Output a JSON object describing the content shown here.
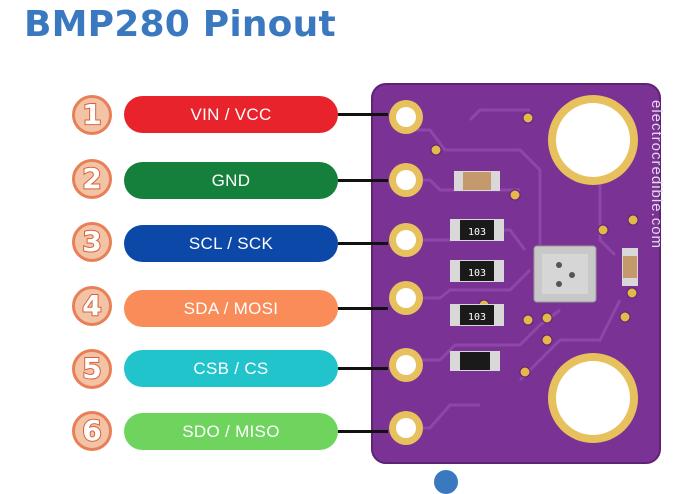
{
  "title": "BMP280 Pinout",
  "pins": [
    {
      "number": "1",
      "label": "VIN / VCC",
      "color": "#e8232b"
    },
    {
      "number": "2",
      "label": "GND",
      "color": "#15803c"
    },
    {
      "number": "3",
      "label": "SCL / SCK",
      "color": "#0c48a8"
    },
    {
      "number": "4",
      "label": "SDA / MOSI",
      "color": "#f98c58"
    },
    {
      "number": "5",
      "label": "CSB / CS",
      "color": "#22c4cc"
    },
    {
      "number": "6",
      "label": "SDO / MISO",
      "color": "#6ed45e"
    }
  ],
  "board": {
    "watermark": "electrocredible.com",
    "resistor_labels": [
      "103",
      "103",
      "103"
    ],
    "board_color": "#7a3294"
  }
}
